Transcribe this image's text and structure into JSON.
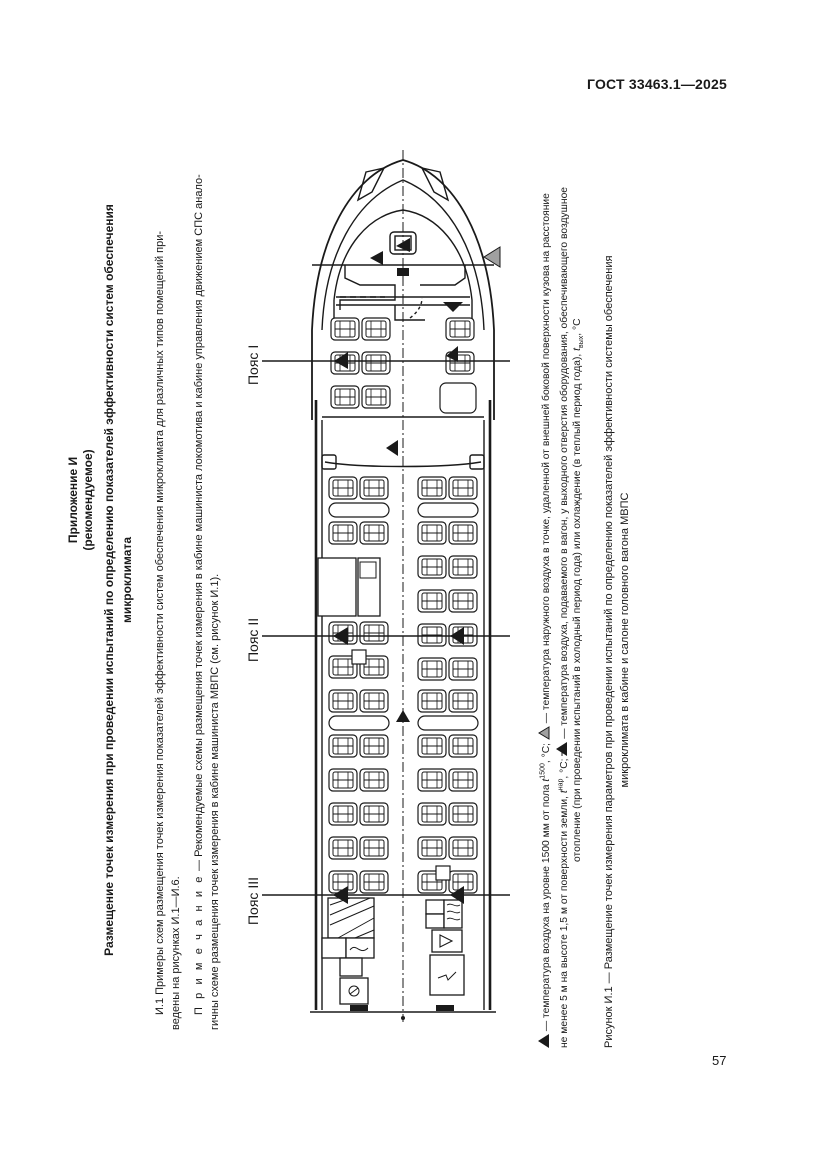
{
  "header": {
    "standard": "ГОСТ 33463.1—2025"
  },
  "appendix": {
    "label": "Приложение И",
    "status": "(рекомендуемое)",
    "title_line1": "Размещение точек измерения при проведении испытаний по определению показателей эффективности систем обеспечения",
    "title_line2": "микроклимата"
  },
  "paragraph": {
    "line1": "И.1 Примеры схем размещения точек измерения показателей эффективности систем обеспечения микроклимата для различных типов помещений при-",
    "line2": "ведены на рисунках И.1—И.6."
  },
  "note": {
    "label": "П р и м е ч а н и е",
    "line1_rest": " — Рекомендуемые схемы размещения точек измерения в кабине машиниста локомотива и кабине управления движением СПС анало-",
    "line2": "гичны схеме размещения точек измерения в кабине машиниста МВПС (см. рисунок И.1)."
  },
  "diagram": {
    "belts": [
      {
        "label": "Пояс I"
      },
      {
        "label": "Пояс II"
      },
      {
        "label": "Пояс III"
      }
    ],
    "colors": {
      "line": "#1a1a1a",
      "outside_marker": "#a0a0a0"
    }
  },
  "legend": {
    "l1_a": " — температура воздуха на уровне 1500 мм от пола ",
    "l1_sym": "t",
    "l1_sup": "1500",
    "l1_b": ", °С; ",
    "l1_c": " — температура наружного воздуха в точке, удаленной от внешней боковой поверхности кузова на расстояние",
    "l2_a": "не менее 5 м на высоте 1,5 м от поверхности земли, ",
    "l2_sym": "t",
    "l2_sup": "нар",
    "l2_b": ", °С; ",
    "l2_c": " — температура воздуха, подаваемого в вагон, у выходного отверстия оборудования, обеспечивающего воздушное",
    "l3_a": "отопление (при проведении испытаний в холодный период года) или охлаждение (в теплый период года), ",
    "l3_sym": "t",
    "l3_sub": "вых",
    "l3_b": ", °С"
  },
  "caption": {
    "line1": "Рисунок И.1 — Размещение точек измерения параметров при проведении испытаний по определению показателей эффективности системы обеспечения",
    "line2": "микроклимата в кабине и салоне головного вагона МВПС"
  },
  "footer": {
    "page_number": "57"
  }
}
